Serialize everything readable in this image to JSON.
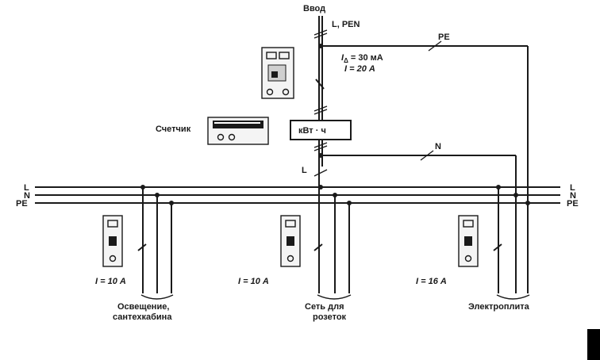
{
  "labels": {
    "vvod": "Ввод",
    "l_pen": "L, PEN",
    "pe_top": "PE",
    "rcd_idelta_symbol": "I",
    "rcd_idelta_sub": "Δ",
    "rcd_idelta_value": " = 30 мА",
    "rcd_i": "I = 20 А",
    "meter": "Счетчик",
    "kwh": "кВт · ч",
    "n_label": "N",
    "l_label": "L",
    "bus_left": [
      "L",
      "N",
      "PE"
    ],
    "bus_right": [
      "L",
      "N",
      "PE"
    ]
  },
  "groups": [
    {
      "current": "I = 10 А",
      "load": [
        "Освещение,",
        "сантехкабина"
      ]
    },
    {
      "current": "I = 10 А",
      "load": [
        "Сеть для",
        "розеток"
      ]
    },
    {
      "current": "I = 16 А",
      "load": [
        "Электроплита"
      ]
    }
  ]
}
